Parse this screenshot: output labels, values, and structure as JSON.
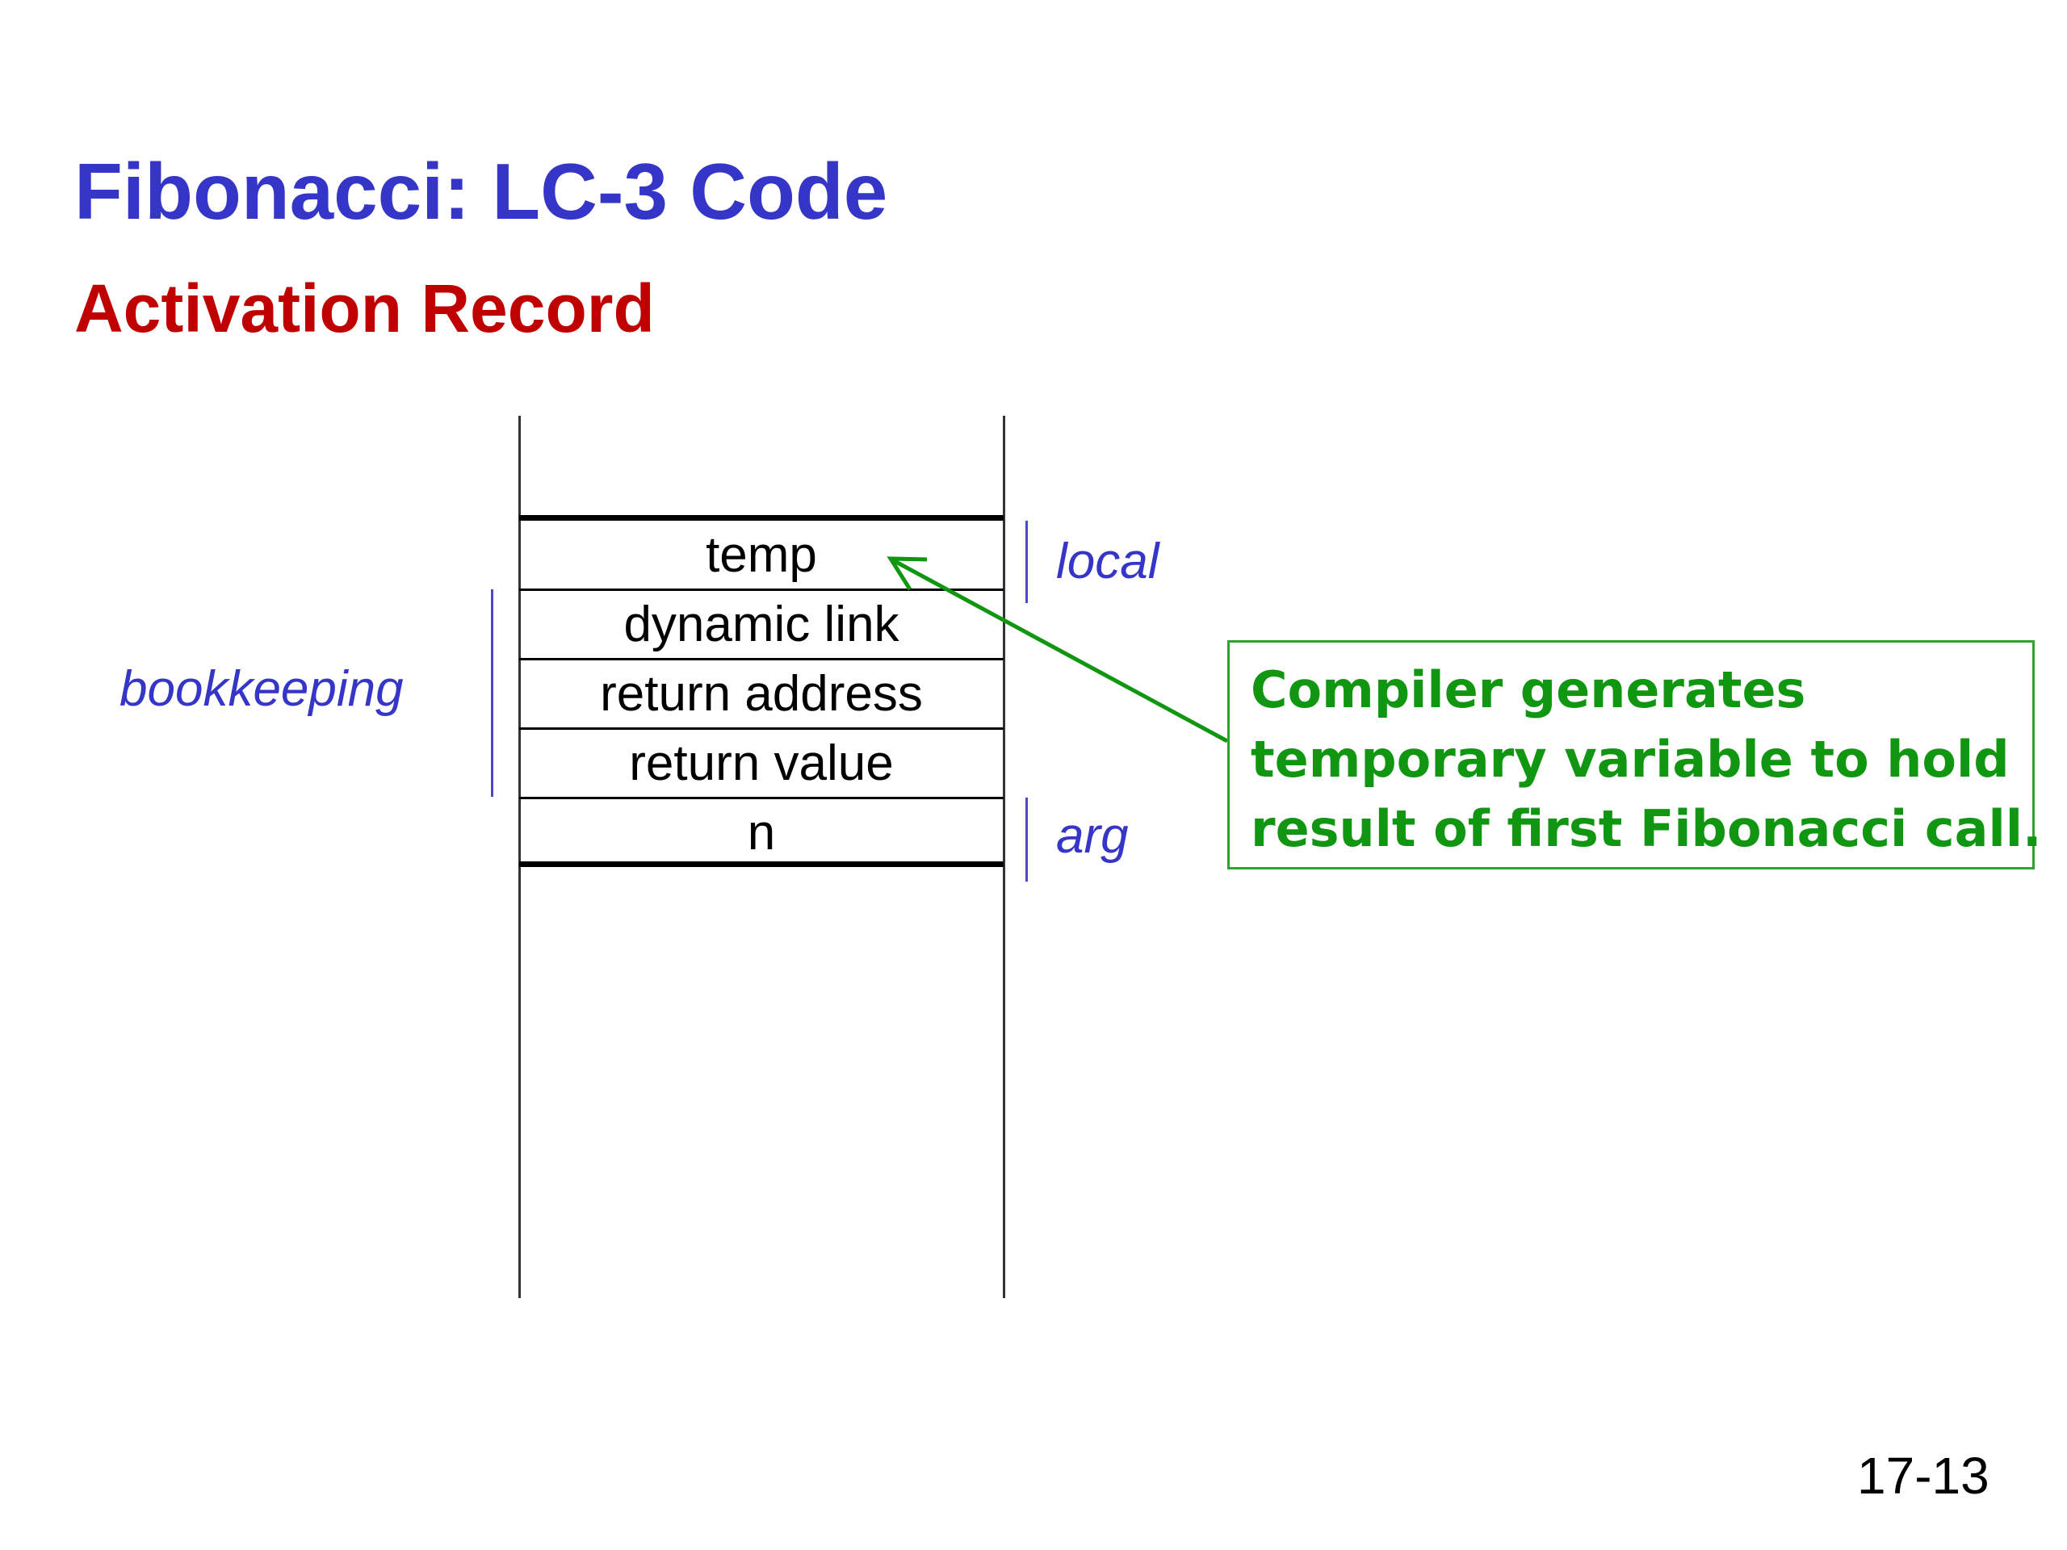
{
  "slide": {
    "title": "Fibonacci: LC-3 Code",
    "subtitle": "Activation Record",
    "page_number": "17-13"
  },
  "diagram": {
    "rows": [
      {
        "label": "temp"
      },
      {
        "label": "dynamic link"
      },
      {
        "label": "return address"
      },
      {
        "label": "return value"
      },
      {
        "label": "n"
      }
    ],
    "regions": {
      "local": "local",
      "bookkeeping": "bookkeeping",
      "arg": "arg"
    },
    "callout": {
      "lines": [
        "Compiler generates",
        "temporary variable to hold",
        "result of first Fibonacci call."
      ]
    }
  },
  "colors": {
    "title": "#3535C8",
    "subtitle": "#C00000",
    "region_labels": "#3535C8",
    "callout": "#119611"
  }
}
